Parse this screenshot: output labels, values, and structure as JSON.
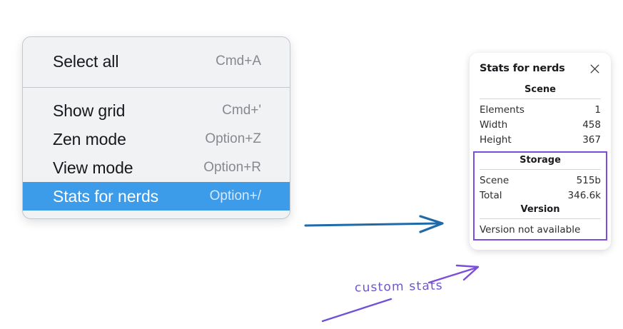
{
  "colors": {
    "menu_bg": "#f1f2f4",
    "menu_border": "#c3c8cf",
    "menu_highlight": "#3d9ce9",
    "annotation_purple": "#7c4ddb",
    "annotation_blue": "#1f6aa8"
  },
  "context_menu": {
    "groups": [
      {
        "items": [
          {
            "label": "Select all",
            "shortcut": "Cmd+A",
            "selected": false
          }
        ]
      },
      {
        "items": [
          {
            "label": "Show grid",
            "shortcut": "Cmd+'",
            "selected": false
          },
          {
            "label": "Zen mode",
            "shortcut": "Option+Z",
            "selected": false
          },
          {
            "label": "View mode",
            "shortcut": "Option+R",
            "selected": false
          },
          {
            "label": "Stats for nerds",
            "shortcut": "Option+/",
            "selected": true
          }
        ]
      }
    ]
  },
  "stats_panel": {
    "title": "Stats for nerds",
    "close_icon": "close-icon",
    "scene": {
      "section_title": "Scene",
      "rows": [
        {
          "key": "Elements",
          "value": "1"
        },
        {
          "key": "Width",
          "value": "458"
        },
        {
          "key": "Height",
          "value": "367"
        }
      ]
    },
    "storage": {
      "section_title": "Storage",
      "rows": [
        {
          "key": "Scene",
          "value": "515b"
        },
        {
          "key": "Total",
          "value": "346.6k"
        }
      ]
    },
    "version": {
      "section_title": "Version",
      "note": "Version not available"
    }
  },
  "annotations": {
    "callout_label": "custom stats",
    "arrow_blue": "arrow-menu-to-panel",
    "arrow_purple": "arrow-callout-to-version"
  }
}
